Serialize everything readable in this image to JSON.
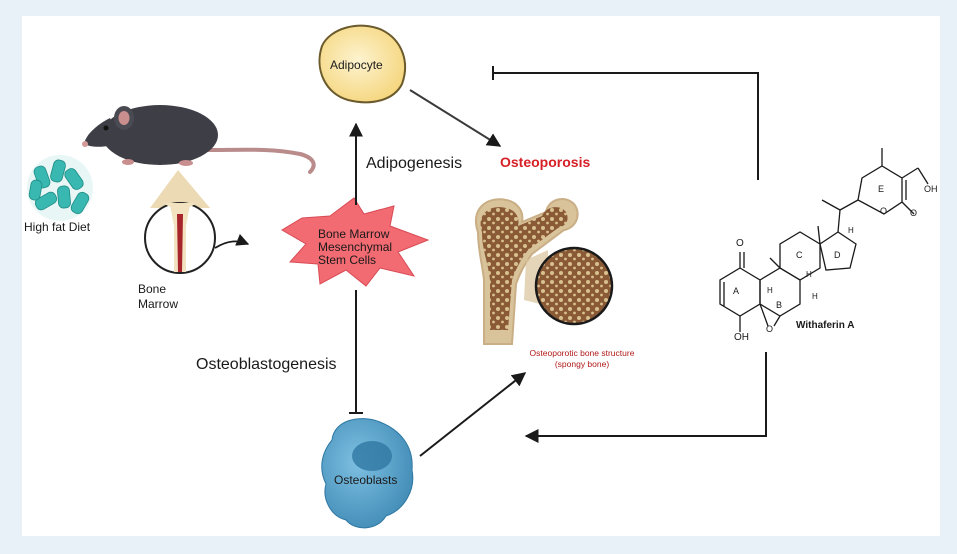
{
  "labels": {
    "adipocyte": "Adipocyte",
    "high_fat_diet": "High fat Diet",
    "bone_marrow": "Bone\nMarrow",
    "bmsc_line1": "Bone Marrow",
    "bmsc_line2": "Mesenchymal",
    "bmsc_line3": "Stem Cells",
    "adipogenesis": "Adipogenesis",
    "osteoporosis": "Osteoporosis",
    "osteoblastogenesis": "Osteoblastogenesis",
    "osteoblasts": "Osteoblasts",
    "bone_structure_line1": "Osteoporotic bone structure",
    "bone_structure_line2": "(spongy bone)",
    "compound_name": "Withaferin A"
  },
  "molecule": {
    "ring_A": "A",
    "ring_B": "B",
    "ring_C": "C",
    "ring_D": "D",
    "ring_E": "E",
    "ketone_O": "O",
    "hydroxyl_A": "OH",
    "hydroxyl_E": "OH",
    "lactone_O": "O",
    "carbonyl_E": "O",
    "epoxide_O": "O",
    "H1": "H",
    "H2": "H",
    "H3": "H",
    "H4": "H"
  },
  "colors": {
    "background": "#e8f1f7",
    "panel": "#ffffff",
    "adipocyte_fill": "#fbe6a2",
    "bmsc_fill": "#f26a72",
    "osteoblast_fill": "#5aa6cf",
    "bone_fill": "#c9ae86",
    "accent_red": "#d61f26"
  }
}
